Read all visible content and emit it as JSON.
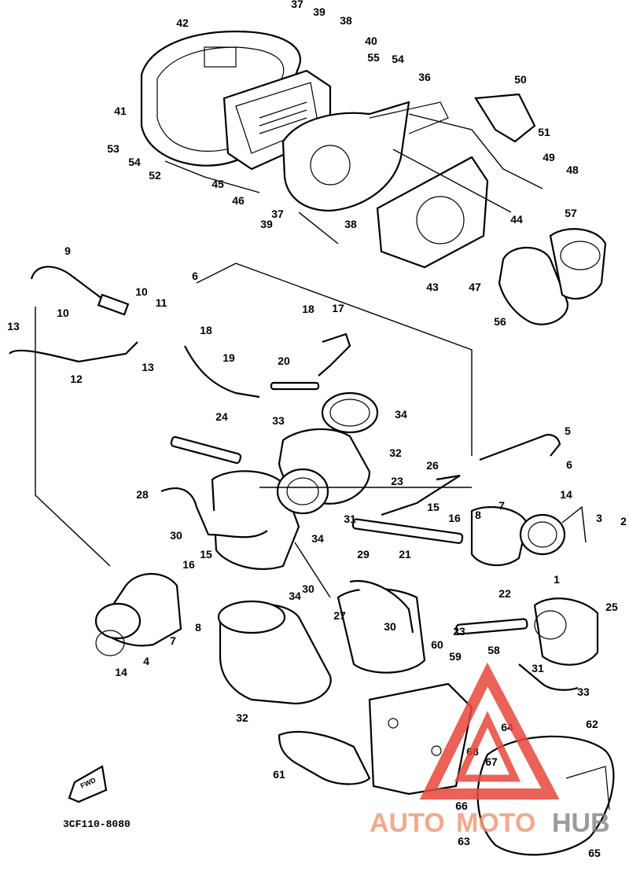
{
  "diagram": {
    "callouts": [
      "1",
      "2",
      "3",
      "4",
      "5",
      "6",
      "6",
      "7",
      "7",
      "8",
      "8",
      "9",
      "10",
      "10",
      "11",
      "12",
      "13",
      "13",
      "14",
      "14",
      "15",
      "15",
      "16",
      "16",
      "17",
      "18",
      "18",
      "19",
      "20",
      "21",
      "22",
      "23",
      "23",
      "24",
      "25",
      "26",
      "27",
      "28",
      "29",
      "30",
      "30",
      "30",
      "31",
      "31",
      "32",
      "32",
      "33",
      "33",
      "34",
      "34",
      "34",
      "36",
      "37",
      "37",
      "38",
      "38",
      "39",
      "39",
      "40",
      "41",
      "42",
      "43",
      "44",
      "45",
      "46",
      "47",
      "48",
      "49",
      "50",
      "51",
      "52",
      "53",
      "54",
      "54",
      "55",
      "56",
      "57",
      "58",
      "59",
      "60",
      "61",
      "62",
      "63",
      "64",
      "65",
      "66",
      "67",
      "68"
    ],
    "part_code": "3CF110-8080",
    "fwd_label": "FWD"
  },
  "watermark": {
    "part1": "AUTO",
    "part2": "MOTO",
    "part3": "HUB",
    "accent_color": "#e8463b",
    "gray_color": "#7a7a7a"
  }
}
